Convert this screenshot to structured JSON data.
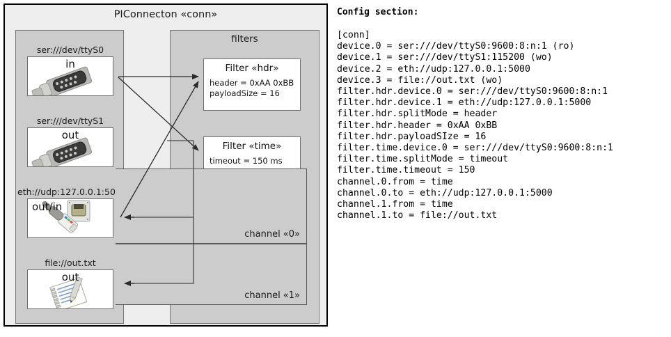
{
  "diagram": {
    "title": "PIConnecton «conn»",
    "devices_panel": {
      "title": "",
      "items": [
        {
          "label": "ser:///dev/ttyS0",
          "direction": "in",
          "icon": "serial-db9-icon"
        },
        {
          "label": "ser:///dev/ttyS1",
          "direction": "out",
          "icon": "serial-db9-icon"
        },
        {
          "label": "eth://udp:127.0.0.1:5000",
          "direction": "out/in",
          "icon": "ethernet-rj45-icon"
        },
        {
          "label": "file://out.txt",
          "direction": "out",
          "icon": "text-file-pencil-icon"
        }
      ]
    },
    "filters_panel": {
      "title": "filters",
      "filters": [
        {
          "title": "Filter «hdr»",
          "props": [
            "header = 0xAA 0xBB",
            "payloadSize = 16"
          ]
        },
        {
          "title": "Filter «time»",
          "props": [
            "timeout = 150 ms"
          ]
        }
      ],
      "channels": [
        {
          "label": "channel «0»"
        },
        {
          "label": "channel «1»"
        }
      ]
    }
  },
  "config": {
    "heading": "Config section:",
    "lines": [
      "[conn]",
      "device.0 = ser:///dev/ttyS0:9600:8:n:1 (ro)",
      "device.1 = ser:///dev/ttyS1:115200 (wo)",
      "device.2 = eth://udp:127.0.0.1:5000",
      "device.3 = file://out.txt (wo)",
      "filter.hdr.device.0 = ser:///dev/ttyS0:9600:8:n:1",
      "filter.hdr.device.1 = eth://udp:127.0.0.1:5000",
      "filter.hdr.splitMode = header",
      "filter.hdr.header = 0xAA 0xBB",
      "filter.hdr.payloadSIze = 16",
      "filter.time.device.0 = ser:///dev/ttyS0:9600:8:n:1",
      "filter.time.splitMode = timeout",
      "filter.time.timeout = 150",
      "channel.0.from = time",
      "channel.0.to = eth://udp:127.0.0.1:5000",
      "channel.1.from = time",
      "channel.1.to = file://out.txt"
    ]
  },
  "colors": {
    "outer_bg": "#eeeeee",
    "panel_bg": "#cccccc",
    "box_bg": "#ffffff",
    "border": "#6e6e6e",
    "text": "#1a1a1a"
  }
}
